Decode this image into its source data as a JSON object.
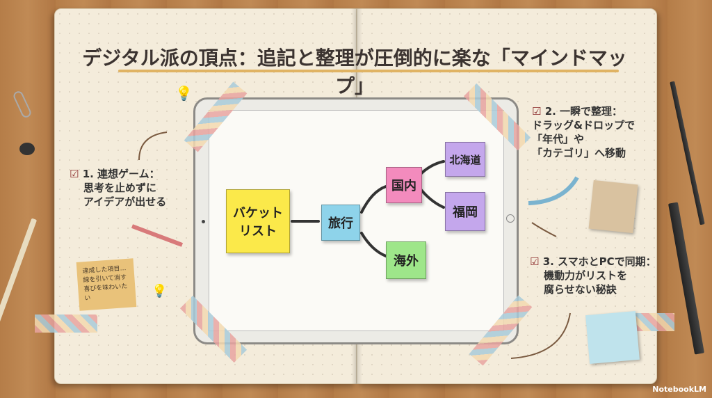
{
  "title": "デジタル派の頂点：追記と整理が圧倒的に楽な「マインドマップ」",
  "mindmap": {
    "root": "バケットリスト",
    "center": "旅行",
    "branches": [
      "国内",
      "海外"
    ],
    "leaves": [
      "北海道",
      "福岡"
    ]
  },
  "points": [
    {
      "heading": "1. 連想ゲーム：",
      "lines": [
        "思考を止めずに",
        "アイデアが出せる"
      ]
    },
    {
      "heading": "2. 一瞬で整理：",
      "lines": [
        "ドラッグ&ドロップで",
        "「年代」や",
        "「カテゴリ」へ移動"
      ]
    },
    {
      "heading": "3. スマホとPCで同期：",
      "lines": [
        "機動力がリストを",
        "腐らせない秘訣"
      ]
    }
  ],
  "sticky_note": [
    "達成した項目…",
    "線を引いて消す",
    "喜びを味わいたい"
  ],
  "watermark": "NotebookLM",
  "colors": {
    "yellow": "#fbe94a",
    "blue": "#8ed3ea",
    "pink": "#f38bbd",
    "purple": "#c4a7ec",
    "green": "#9ee68a"
  }
}
